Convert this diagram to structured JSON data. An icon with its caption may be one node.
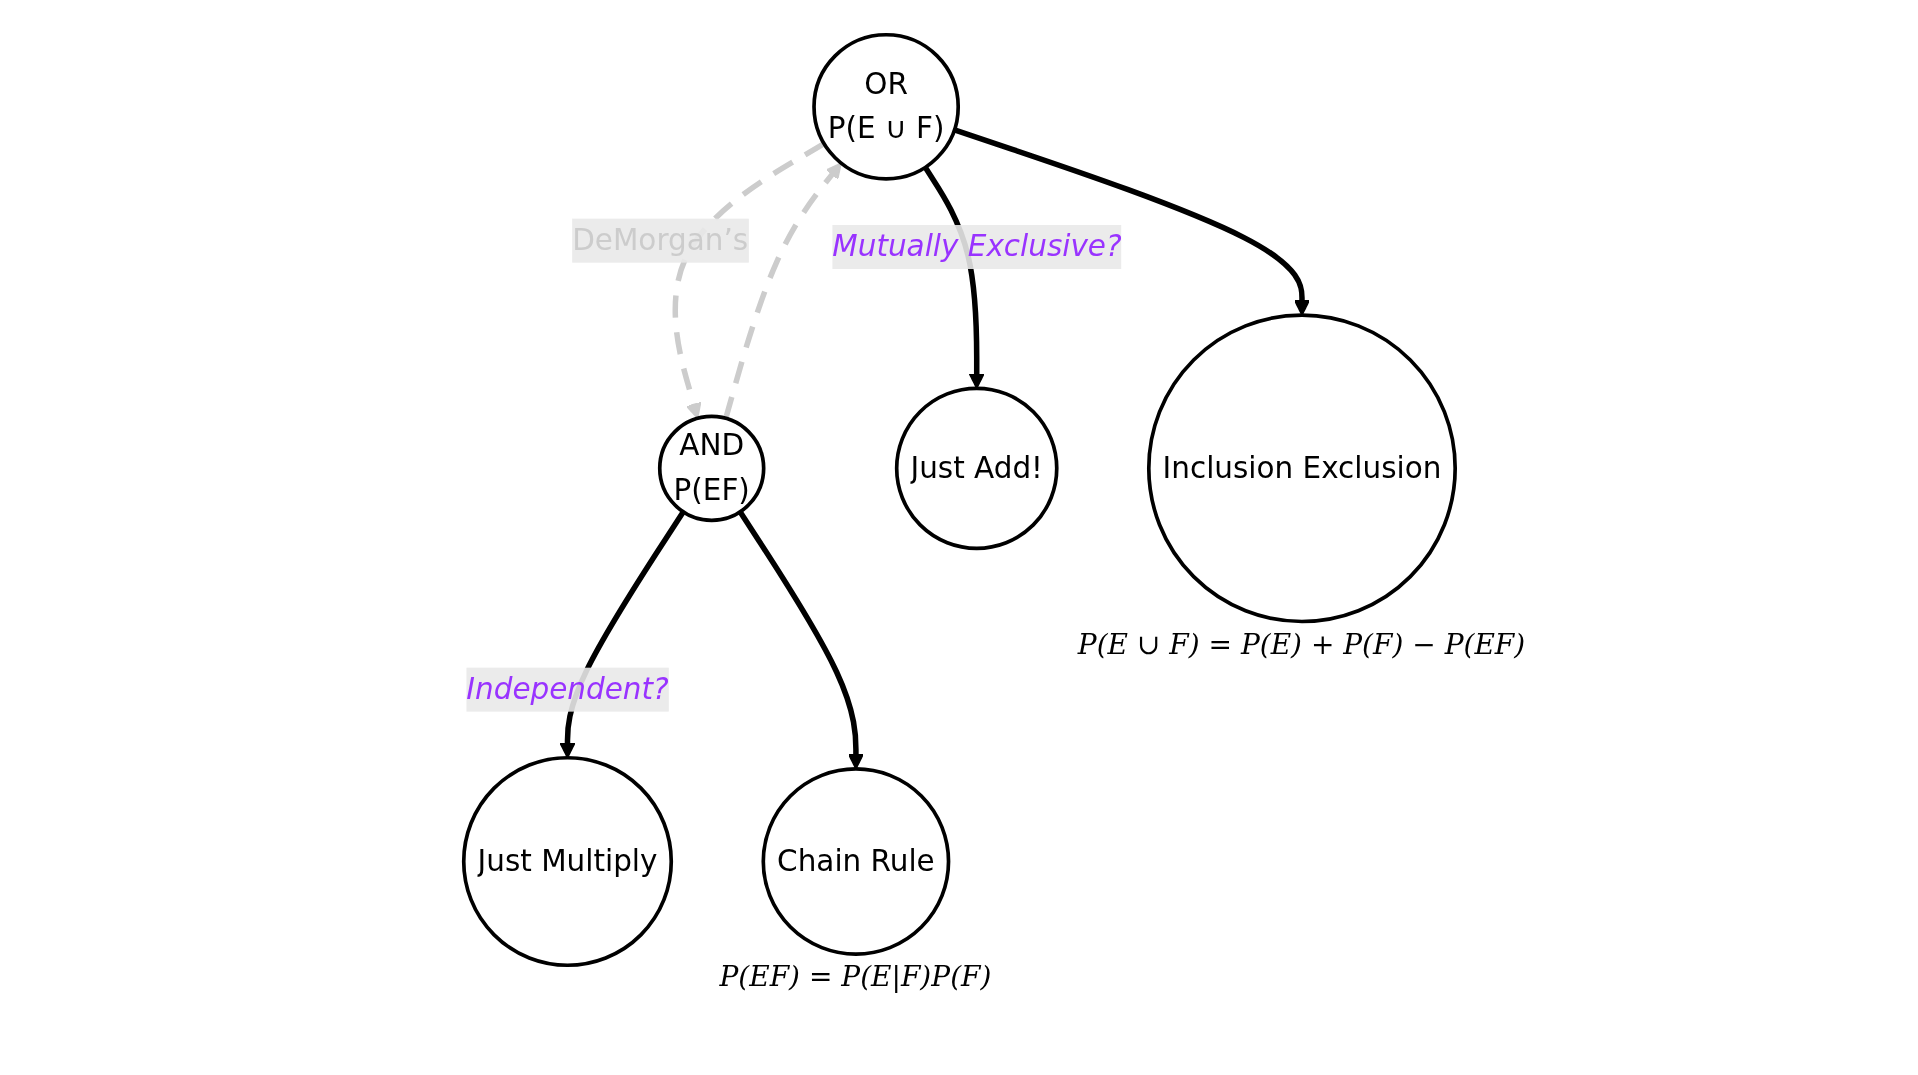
{
  "diagram": {
    "nodes": [
      {
        "text": [
          "OR",
          "P(E ∪ F)"
        ]
      },
      {
        "text": [
          "AND",
          "P(EF)"
        ]
      },
      {
        "text": [
          "Just Add!"
        ]
      },
      {
        "text": [
          "Inclusion Exclusion"
        ],
        "beside": [
          "P(E ∪ F) = P(E) + P(F) − P(EF)"
        ]
      },
      {
        "text": [
          "Just Multiply"
        ]
      },
      {
        "text": [
          "Chain Rule"
        ],
        "beside": [
          "P(EF) = P(E|F)P(F)"
        ]
      }
    ],
    "edges": [
      {
        "from": 0,
        "to": 1,
        "arrow": "to",
        "label": "DeMorgan’s",
        "style": "dashed",
        "color": "#cccccc"
      },
      {
        "from": 1,
        "to": 0,
        "arrow": "to",
        "style": "dashed",
        "color": "#cccccc"
      },
      {
        "from": 0,
        "to": 2,
        "arrow": "to",
        "label": "Mutually Exclusive?"
      },
      {
        "from": 0,
        "to": 3,
        "arrow": "to"
      },
      {
        "from": 1,
        "to": 4,
        "arrow": "to",
        "label": "Independent?"
      },
      {
        "from": 1,
        "to": 5,
        "arrow": "to"
      }
    ]
  }
}
